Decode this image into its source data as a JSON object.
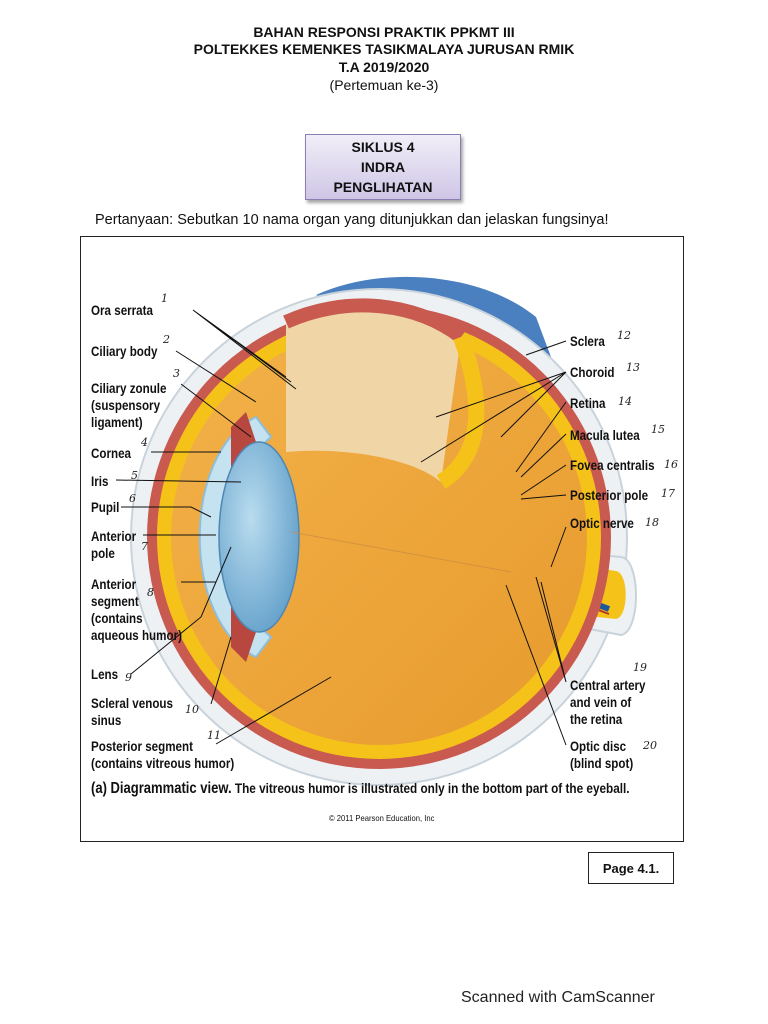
{
  "header": {
    "line1": "BAHAN RESPONSI PRAKTIK PPKMT III",
    "line2": "POLTEKKES KEMENKES TASIKMALAYA JURUSAN RMIK",
    "line3": "T.A 2019/2020",
    "line4": "(Pertemuan ke-3)"
  },
  "siklus_box": {
    "line1": "SIKLUS 4",
    "line2": "INDRA",
    "line3": "PENGLIHATAN"
  },
  "question": "Pertanyaan: Sebutkan 10 nama organ yang ditunjukkan dan jelaskan fungsinya!",
  "figure": {
    "left_labels": [
      {
        "text": "Ora serrata",
        "num": "1"
      },
      {
        "text": "Ciliary body",
        "num": "2"
      },
      {
        "text": "Ciliary zonule\n(suspensory\nligament)",
        "num": "3"
      },
      {
        "text": "Cornea",
        "num": "4"
      },
      {
        "text": "Iris",
        "num": "5"
      },
      {
        "text": "Pupil",
        "num": "6"
      },
      {
        "text": "Anterior\npole",
        "num": "7"
      },
      {
        "text": "Anterior\nsegment\n(contains\naqueous humor)",
        "num": "8"
      },
      {
        "text": "Lens",
        "num": "9"
      },
      {
        "text": "Scleral venous\nsinus",
        "num": "10"
      },
      {
        "text": "Posterior segment\n(contains vitreous humor)",
        "num": "11"
      }
    ],
    "right_labels": [
      {
        "text": "Sclera",
        "num": "12"
      },
      {
        "text": "Choroid",
        "num": "13"
      },
      {
        "text": "Retina",
        "num": "14"
      },
      {
        "text": "Macula lutea",
        "num": "15"
      },
      {
        "text": "Fovea centralis",
        "num": "16"
      },
      {
        "text": "Posterior pole",
        "num": "17"
      },
      {
        "text": "Optic nerve",
        "num": "18"
      },
      {
        "text": "Central artery\nand vein of\nthe retina",
        "num": "19"
      },
      {
        "text": "Optic disc\n(blind spot)",
        "num": "20"
      }
    ],
    "caption_bold": "(a) Diagrammatic view.",
    "caption_rest": " The vitreous humor is illustrated only in the bottom part of the eyeball.",
    "copyright": "© 2011 Pearson Education, Inc"
  },
  "page_label": "Page 4.1.",
  "scanner_text": "Scanned with CamScanner",
  "colors": {
    "sclera": "#ffffff",
    "choroid": "#c85a50",
    "retina": "#f5c21a",
    "vitreous": "#efaa3a",
    "cornea": "#c4e2f0",
    "lens": "#7eb6d8",
    "background_blue": "#4a7fc0"
  }
}
